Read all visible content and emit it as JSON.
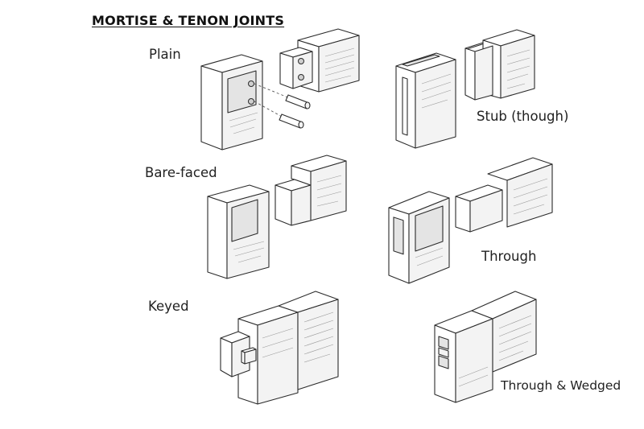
{
  "title": "MORTISE & TENON JOINTS",
  "joints": [
    {
      "label": "Plain",
      "icon": "plain-joint-icon"
    },
    {
      "label": "Stub (though)",
      "icon": "stub-joint-icon"
    },
    {
      "label": "Bare-faced",
      "icon": "bare-faced-joint-icon"
    },
    {
      "label": "Through",
      "icon": "through-joint-icon"
    },
    {
      "label": "Keyed",
      "icon": "keyed-joint-icon"
    },
    {
      "label": "Through & Wedged",
      "icon": "through-wedged-joint-icon"
    }
  ]
}
